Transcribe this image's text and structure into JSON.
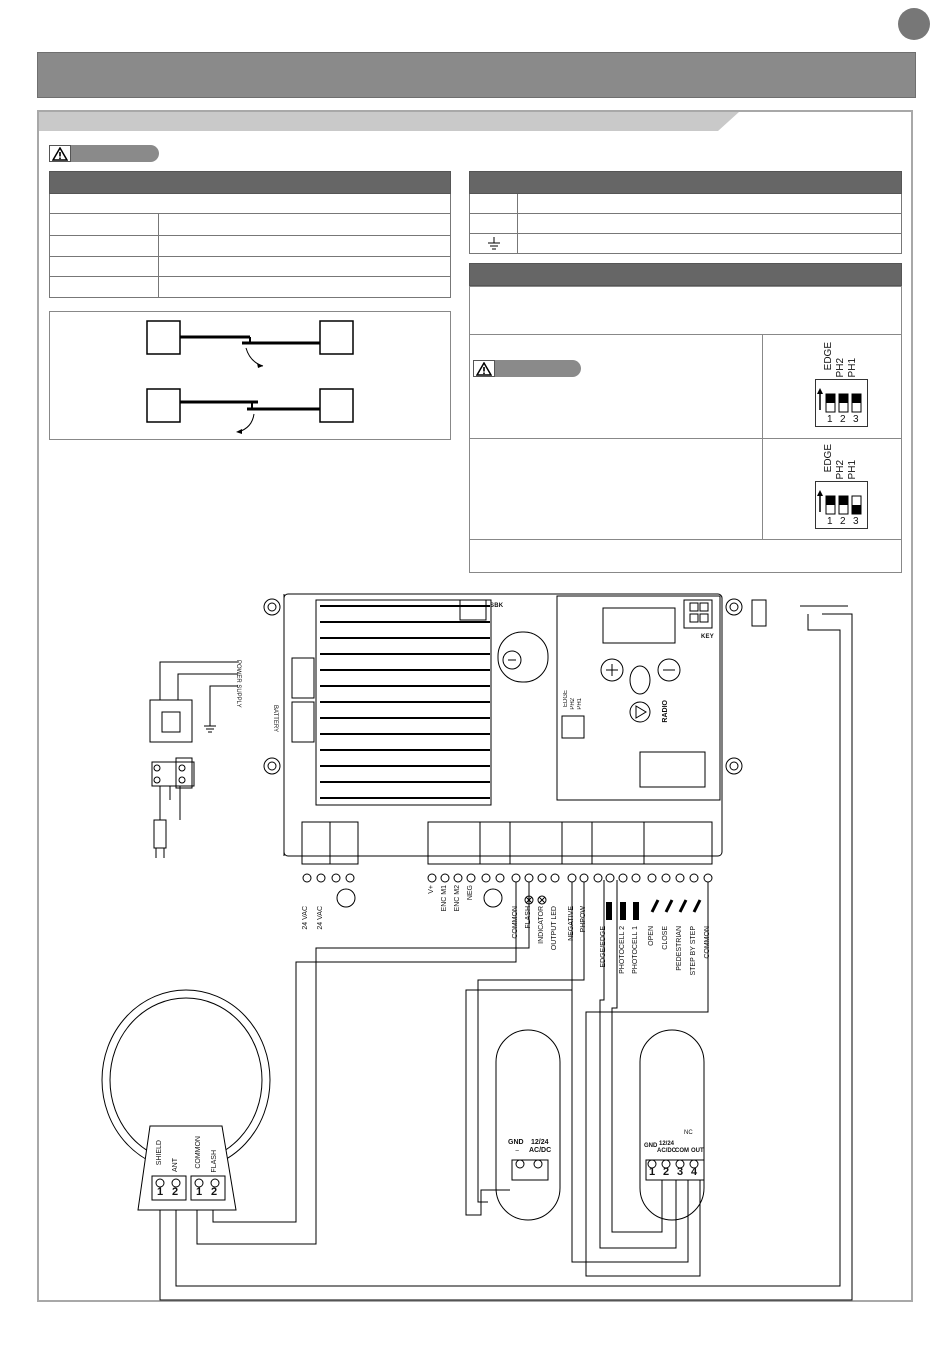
{
  "dip_switch_panel_1": {
    "labels": [
      "EDGE",
      "PH2",
      "PH1"
    ],
    "numbers": [
      "1",
      "2",
      "3"
    ]
  },
  "dip_switch_panel_2": {
    "labels": [
      "EDGE",
      "PH2",
      "PH1"
    ],
    "numbers": [
      "1",
      "2",
      "3"
    ]
  },
  "board": {
    "sbk": "SBK",
    "key": "KEY",
    "radio": "RADIO",
    "dip_labels": [
      "EDGE",
      "PH2",
      "PH1"
    ],
    "power_supply": "POWER SUPPLY",
    "battery": "BATTERY"
  },
  "terminals": {
    "left": [
      "24 VAC",
      "24 VAC"
    ],
    "encoder": [
      "V+",
      "ENC M1",
      "ENC M2",
      "NEG"
    ],
    "outputs": [
      "COMMON",
      "FLASH",
      "INDICATOR",
      "OUTPUT LED",
      "NEGATIVE",
      "PHPOW"
    ],
    "inputs": [
      "EDGE/EDGE",
      "PHOTOCELL 2",
      "PHOTOCELL 1",
      "OPEN",
      "CLOSE",
      "PEDESTRIAN",
      "STEP BY STEP",
      "COMMON"
    ]
  },
  "flash_lamp": {
    "labels": [
      "SHIELD",
      "ANT",
      "COMMON",
      "FLASH"
    ],
    "numbers": [
      "1",
      "2",
      "1",
      "2"
    ]
  },
  "photocell_tx": {
    "gnd": "GND",
    "power": "12/24",
    "acdc": "AC/DC",
    "minus": "−"
  },
  "photocell_rx": {
    "gnd": "GND",
    "power": "12/24",
    "acdc": "AC/DC",
    "com": "COM",
    "out": "OUT",
    "nc": "NC",
    "numbers": [
      "1",
      "2",
      "3",
      "4"
    ]
  },
  "colors": {
    "title_bar": "#8a8a8a",
    "table_header": "#666666",
    "frame": "#a8a8a8"
  }
}
